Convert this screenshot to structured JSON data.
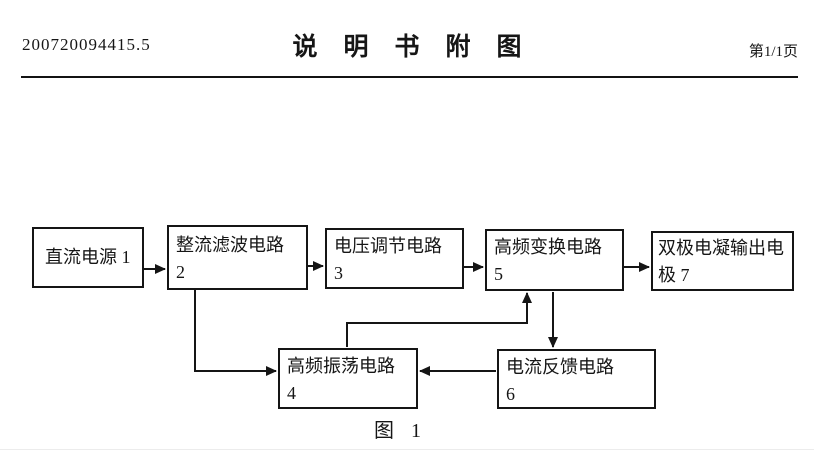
{
  "header": {
    "patent_number": "200720094415.5",
    "title": "说明书附图",
    "page_indicator": "第1/1页"
  },
  "figure": {
    "caption": "图 1",
    "blocks": [
      {
        "name": "dc-power",
        "number": "1",
        "lines": [
          "直流电源 1",
          ""
        ]
      },
      {
        "name": "rectifier-filter",
        "number": "2",
        "lines": [
          "整流滤波电路",
          "2"
        ]
      },
      {
        "name": "voltage-regulation",
        "number": "3",
        "lines": [
          "电压调节电路",
          "3"
        ]
      },
      {
        "name": "hf-oscillation",
        "number": "4",
        "lines": [
          "高频振荡电路",
          "4"
        ]
      },
      {
        "name": "hf-conversion",
        "number": "5",
        "lines": [
          "高频变换电路",
          "5"
        ]
      },
      {
        "name": "current-feedback",
        "number": "6",
        "lines": [
          "电流反馈电路",
          "6"
        ]
      },
      {
        "name": "bipolar-output",
        "number": "7",
        "lines": [
          "双极电凝输出电",
          "极 7"
        ]
      }
    ],
    "connections": [
      {
        "from": "1",
        "to": "2"
      },
      {
        "from": "2",
        "to": "3"
      },
      {
        "from": "3",
        "to": "5"
      },
      {
        "from": "5",
        "to": "7"
      },
      {
        "from": "2",
        "to": "4"
      },
      {
        "from": "4",
        "to": "5"
      },
      {
        "from": "5",
        "to": "6"
      },
      {
        "from": "6",
        "to": "4"
      }
    ],
    "ink_color": "#151515"
  }
}
